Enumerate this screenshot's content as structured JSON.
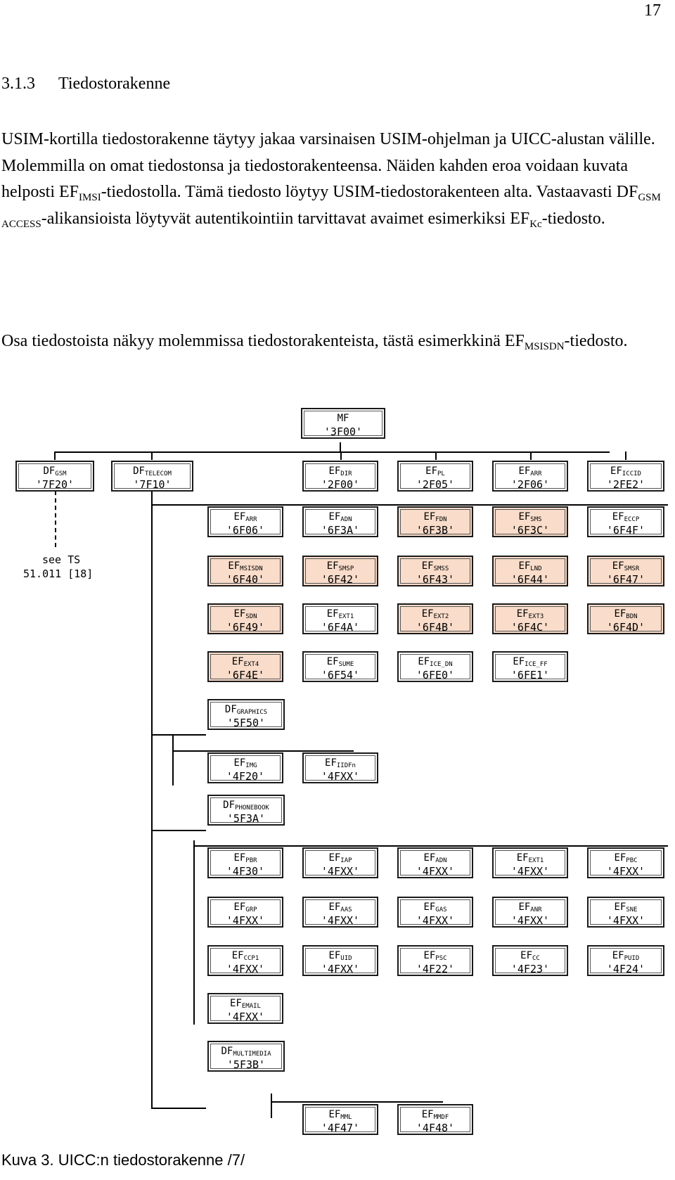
{
  "page": {
    "number": "17",
    "section_number": "3.1.3",
    "section_title": "Tiedostorakenne",
    "caption": "Kuva 3. UICC:n tiedostorakenne /7/"
  },
  "paragraphs": {
    "p1": {
      "t1": "USIM-kortilla tiedostorakenne täytyy jakaa varsinaisen USIM-ohjelman ja UICC-alustan välille. Molemmilla on omat tiedostonsa ja tiedostorakenteensa. Näiden kahden eroa voidaan kuvata helposti EF",
      "s1": "IMSI",
      "t2": "-tiedostolla. Tämä tiedosto löytyy USIM-tiedostorakenteen alta. Vastaavasti DF",
      "s2": "GSM ACCESS",
      "t3": "-alikansioista löytyvät autentikointiin tarvittavat avaimet esimerkiksi EF",
      "s3": "Kc",
      "t4": "-tiedosto."
    },
    "p2": {
      "t1": "Osa tiedostoista näkyy molemmissa tiedostorakenteista, tästä esimerkkinä EF",
      "s1": "MSISDN",
      "t2": "-tiedosto."
    }
  },
  "diagram": {
    "see_ts": [
      "see TS",
      "51.011 [18]"
    ],
    "highlight_color": "#f9dcc9",
    "boxes": [
      {
        "id": "mf",
        "n": "MF",
        "s": "",
        "c": "'3F00'",
        "hl": false
      },
      {
        "id": "df-gsm",
        "n": "DF",
        "s": "GSM",
        "c": "'7F20'",
        "hl": false
      },
      {
        "id": "df-telecom",
        "n": "DF",
        "s": "TELECOM",
        "c": "'7F10'",
        "hl": false
      },
      {
        "id": "ef-dir",
        "n": "EF",
        "s": "DIR",
        "c": "'2F00'",
        "hl": false
      },
      {
        "id": "ef-pl",
        "n": "EF",
        "s": "PL",
        "c": "'2F05'",
        "hl": false
      },
      {
        "id": "ef-arr-2f06",
        "n": "EF",
        "s": "ARR",
        "c": "'2F06'",
        "hl": false
      },
      {
        "id": "ef-iccid",
        "n": "EF",
        "s": "ICCID",
        "c": "'2FE2'",
        "hl": false
      },
      {
        "id": "ef-arr-6f06",
        "n": "EF",
        "s": "ARR",
        "c": "'6F06'",
        "hl": false
      },
      {
        "id": "ef-adn-6f3a",
        "n": "EF",
        "s": "ADN",
        "c": "'6F3A'",
        "hl": false
      },
      {
        "id": "ef-fdn",
        "n": "EF",
        "s": "FDN",
        "c": "'6F3B'",
        "hl": true
      },
      {
        "id": "ef-sms",
        "n": "EF",
        "s": "SMS",
        "c": "'6F3C'",
        "hl": true
      },
      {
        "id": "ef-eccp",
        "n": "EF",
        "s": "ECCP",
        "c": "'6F4F'",
        "hl": false
      },
      {
        "id": "ef-msisdn",
        "n": "EF",
        "s": "MSISDN",
        "c": "'6F40'",
        "hl": true
      },
      {
        "id": "ef-smsp",
        "n": "EF",
        "s": "SMSP",
        "c": "'6F42'",
        "hl": true
      },
      {
        "id": "ef-smss",
        "n": "EF",
        "s": "SMSS",
        "c": "'6F43'",
        "hl": true
      },
      {
        "id": "ef-lnd",
        "n": "EF",
        "s": "LND",
        "c": "'6F44'",
        "hl": true
      },
      {
        "id": "ef-smsr",
        "n": "EF",
        "s": "SMSR",
        "c": "'6F47'",
        "hl": true
      },
      {
        "id": "ef-sdn",
        "n": "EF",
        "s": "SDN",
        "c": "'6F49'",
        "hl": true
      },
      {
        "id": "ef-ext1-6f4a",
        "n": "EF",
        "s": "EXT1",
        "c": "'6F4A'",
        "hl": false
      },
      {
        "id": "ef-ext2",
        "n": "EF",
        "s": "EXT2",
        "c": "'6F4B'",
        "hl": true
      },
      {
        "id": "ef-ext3",
        "n": "EF",
        "s": "EXT3",
        "c": "'6F4C'",
        "hl": true
      },
      {
        "id": "ef-bdn",
        "n": "EF",
        "s": "BDN",
        "c": "'6F4D'",
        "hl": true
      },
      {
        "id": "ef-ext4",
        "n": "EF",
        "s": "EXT4",
        "c": "'6F4E'",
        "hl": true
      },
      {
        "id": "ef-sume",
        "n": "EF",
        "s": "SUME",
        "c": "'6F54'",
        "hl": false
      },
      {
        "id": "ef-ice-dn",
        "n": "EF",
        "s": "ICE_DN",
        "c": "'6FE0'",
        "hl": false
      },
      {
        "id": "ef-ice-ff",
        "n": "EF",
        "s": "ICE_FF",
        "c": "'6FE1'",
        "hl": false
      },
      {
        "id": "df-graphics",
        "n": "DF",
        "s": "GRAPHICS",
        "c": "'5F50'",
        "hl": false
      },
      {
        "id": "ef-img",
        "n": "EF",
        "s": "IMG",
        "c": "'4F20'",
        "hl": false
      },
      {
        "id": "ef-iidfn",
        "n": "EF",
        "s": "IIDFn",
        "c": "'4FXX'",
        "hl": false
      },
      {
        "id": "df-phonebook",
        "n": "DF",
        "s": "PHONEBOOK",
        "c": "'5F3A'",
        "hl": false
      },
      {
        "id": "ef-pbr",
        "n": "EF",
        "s": "PBR",
        "c": "'4F30'",
        "hl": false
      },
      {
        "id": "ef-iap",
        "n": "EF",
        "s": "IAP",
        "c": "'4FXX'",
        "hl": false
      },
      {
        "id": "ef-adn-4fxx",
        "n": "EF",
        "s": "ADN",
        "c": "'4FXX'",
        "hl": false
      },
      {
        "id": "ef-ext1-4fxx",
        "n": "EF",
        "s": "EXT1",
        "c": "'4FXX'",
        "hl": false
      },
      {
        "id": "ef-pbc",
        "n": "EF",
        "s": "PBC",
        "c": "'4FXX'",
        "hl": false
      },
      {
        "id": "ef-grp",
        "n": "EF",
        "s": "GRP",
        "c": "'4FXX'",
        "hl": false
      },
      {
        "id": "ef-aas",
        "n": "EF",
        "s": "AAS",
        "c": "'4FXX'",
        "hl": false
      },
      {
        "id": "ef-gas",
        "n": "EF",
        "s": "GAS",
        "c": "'4FXX'",
        "hl": false
      },
      {
        "id": "ef-anr",
        "n": "EF",
        "s": "ANR",
        "c": "'4FXX'",
        "hl": false
      },
      {
        "id": "ef-sne",
        "n": "EF",
        "s": "SNE",
        "c": "'4FXX'",
        "hl": false
      },
      {
        "id": "ef-ccp1",
        "n": "EF",
        "s": "CCP1",
        "c": "'4FXX'",
        "hl": false
      },
      {
        "id": "ef-uid",
        "n": "EF",
        "s": "UID",
        "c": "'4FXX'",
        "hl": false
      },
      {
        "id": "ef-psc",
        "n": "EF",
        "s": "PSC",
        "c": "'4F22'",
        "hl": false
      },
      {
        "id": "ef-cc",
        "n": "EF",
        "s": "CC",
        "c": "'4F23'",
        "hl": false
      },
      {
        "id": "ef-puid",
        "n": "EF",
        "s": "PUID",
        "c": "'4F24'",
        "hl": false
      },
      {
        "id": "ef-email",
        "n": "EF",
        "s": "EMAIL",
        "c": "'4FXX'",
        "hl": false
      },
      {
        "id": "df-multimedia",
        "n": "DF",
        "s": "MULTIMEDIA",
        "c": "'5F3B'",
        "hl": false
      },
      {
        "id": "ef-mml",
        "n": "EF",
        "s": "MML",
        "c": "'4F47'",
        "hl": false
      },
      {
        "id": "ef-mmdf",
        "n": "EF",
        "s": "MMDF",
        "c": "'4F48'",
        "hl": false
      }
    ]
  }
}
